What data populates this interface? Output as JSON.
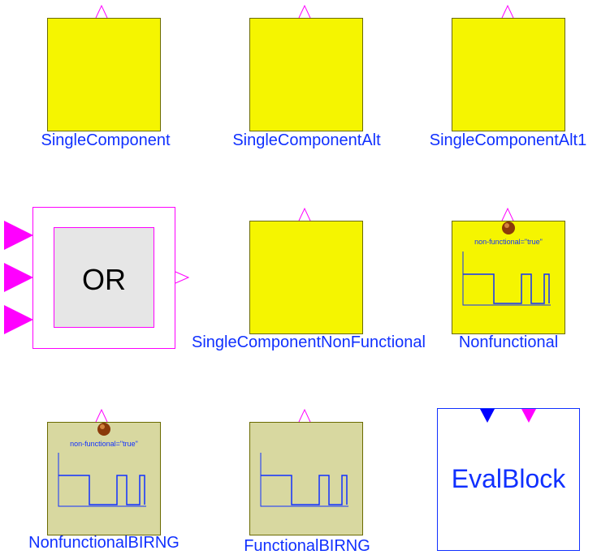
{
  "components": {
    "c1": {
      "label": "SingleComponent"
    },
    "c2": {
      "label": "SingleComponentAlt"
    },
    "c3": {
      "label": "SingleComponentAlt1"
    },
    "c4": {
      "inner_text": "OR"
    },
    "c5": {
      "label": "SingleComponentNonFunctional"
    },
    "c6": {
      "label": "Nonfunctional",
      "annotation": "non-functional=\"true\""
    },
    "c7": {
      "label": "NonfunctionalBIRNG",
      "annotation": "non-functional=\"true\""
    },
    "c8": {
      "label": "FunctionalBIRNG"
    },
    "c9": {
      "inner_text": "EvalBlock"
    }
  },
  "colors": {
    "block_yellow": "#f5f500",
    "block_olive": "#d8d8a0",
    "label_blue": "#1030ff",
    "connector_magenta": "#ff00ff",
    "connector_blue": "#0000ff",
    "or_gray": "#e6e6e6",
    "led_brown": "#8b3a0a"
  }
}
